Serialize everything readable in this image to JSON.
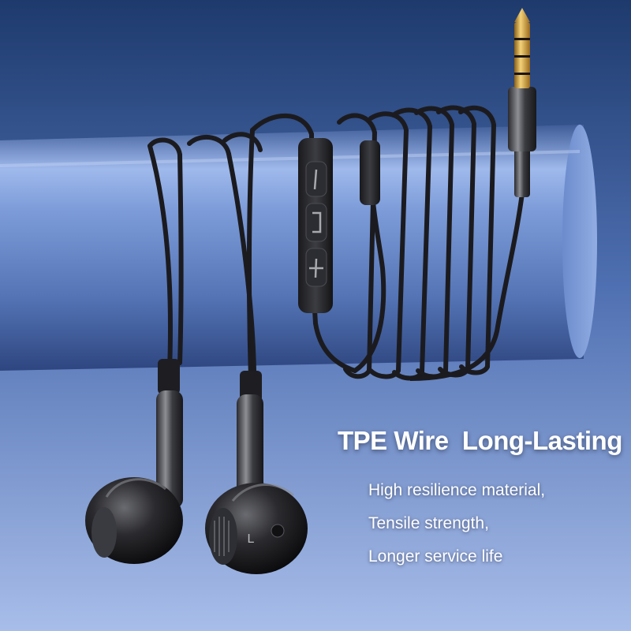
{
  "headline": "TPE Wire  Long-Lasting",
  "features": [
    "High resilience material,",
    "Tensile strength,",
    "Longer service life"
  ],
  "earbud_marking": "L",
  "remote_buttons": [
    "minus-icon",
    "phone-icon",
    "plus-icon"
  ],
  "colors": {
    "background_top": "#1f3b6e",
    "background_bottom": "#9fb6e6",
    "cylinder": "#6d8fd0",
    "cable": "#1c1c20",
    "jack_gold": "#d7a53c",
    "text": "#ffffff"
  }
}
